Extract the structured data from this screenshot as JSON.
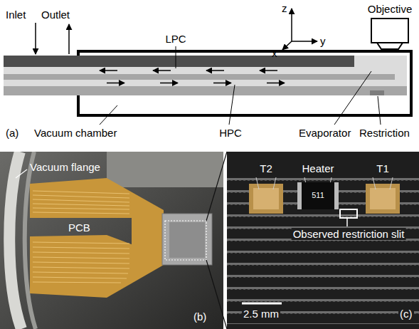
{
  "diagram": {
    "labels": [
      "Objective",
      "z",
      "x",
      "y",
      "Inlet",
      "Outlet",
      "LPC",
      "(a)",
      "Vacuum chamber",
      "HPC",
      "Evaporator",
      "Restriction",
      "Vacuum flange",
      "PCB",
      "(b)",
      "T2",
      "Heater",
      "T1",
      "511",
      "Observed restriction slit",
      "2.5 mm",
      "(c)"
    ]
  }
}
